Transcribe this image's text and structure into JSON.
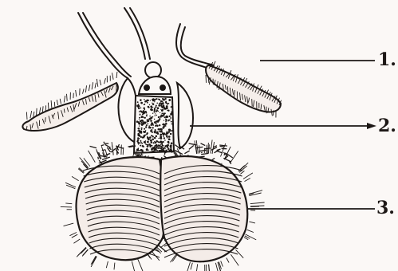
{
  "labels": [
    "1.",
    "2.",
    "3."
  ],
  "colors": {
    "ink": "#1d1816",
    "background": "#fbf8f6",
    "pad_fill": "#f5eeea"
  },
  "icons": {
    "body": "insect-abdomen-illustration"
  }
}
